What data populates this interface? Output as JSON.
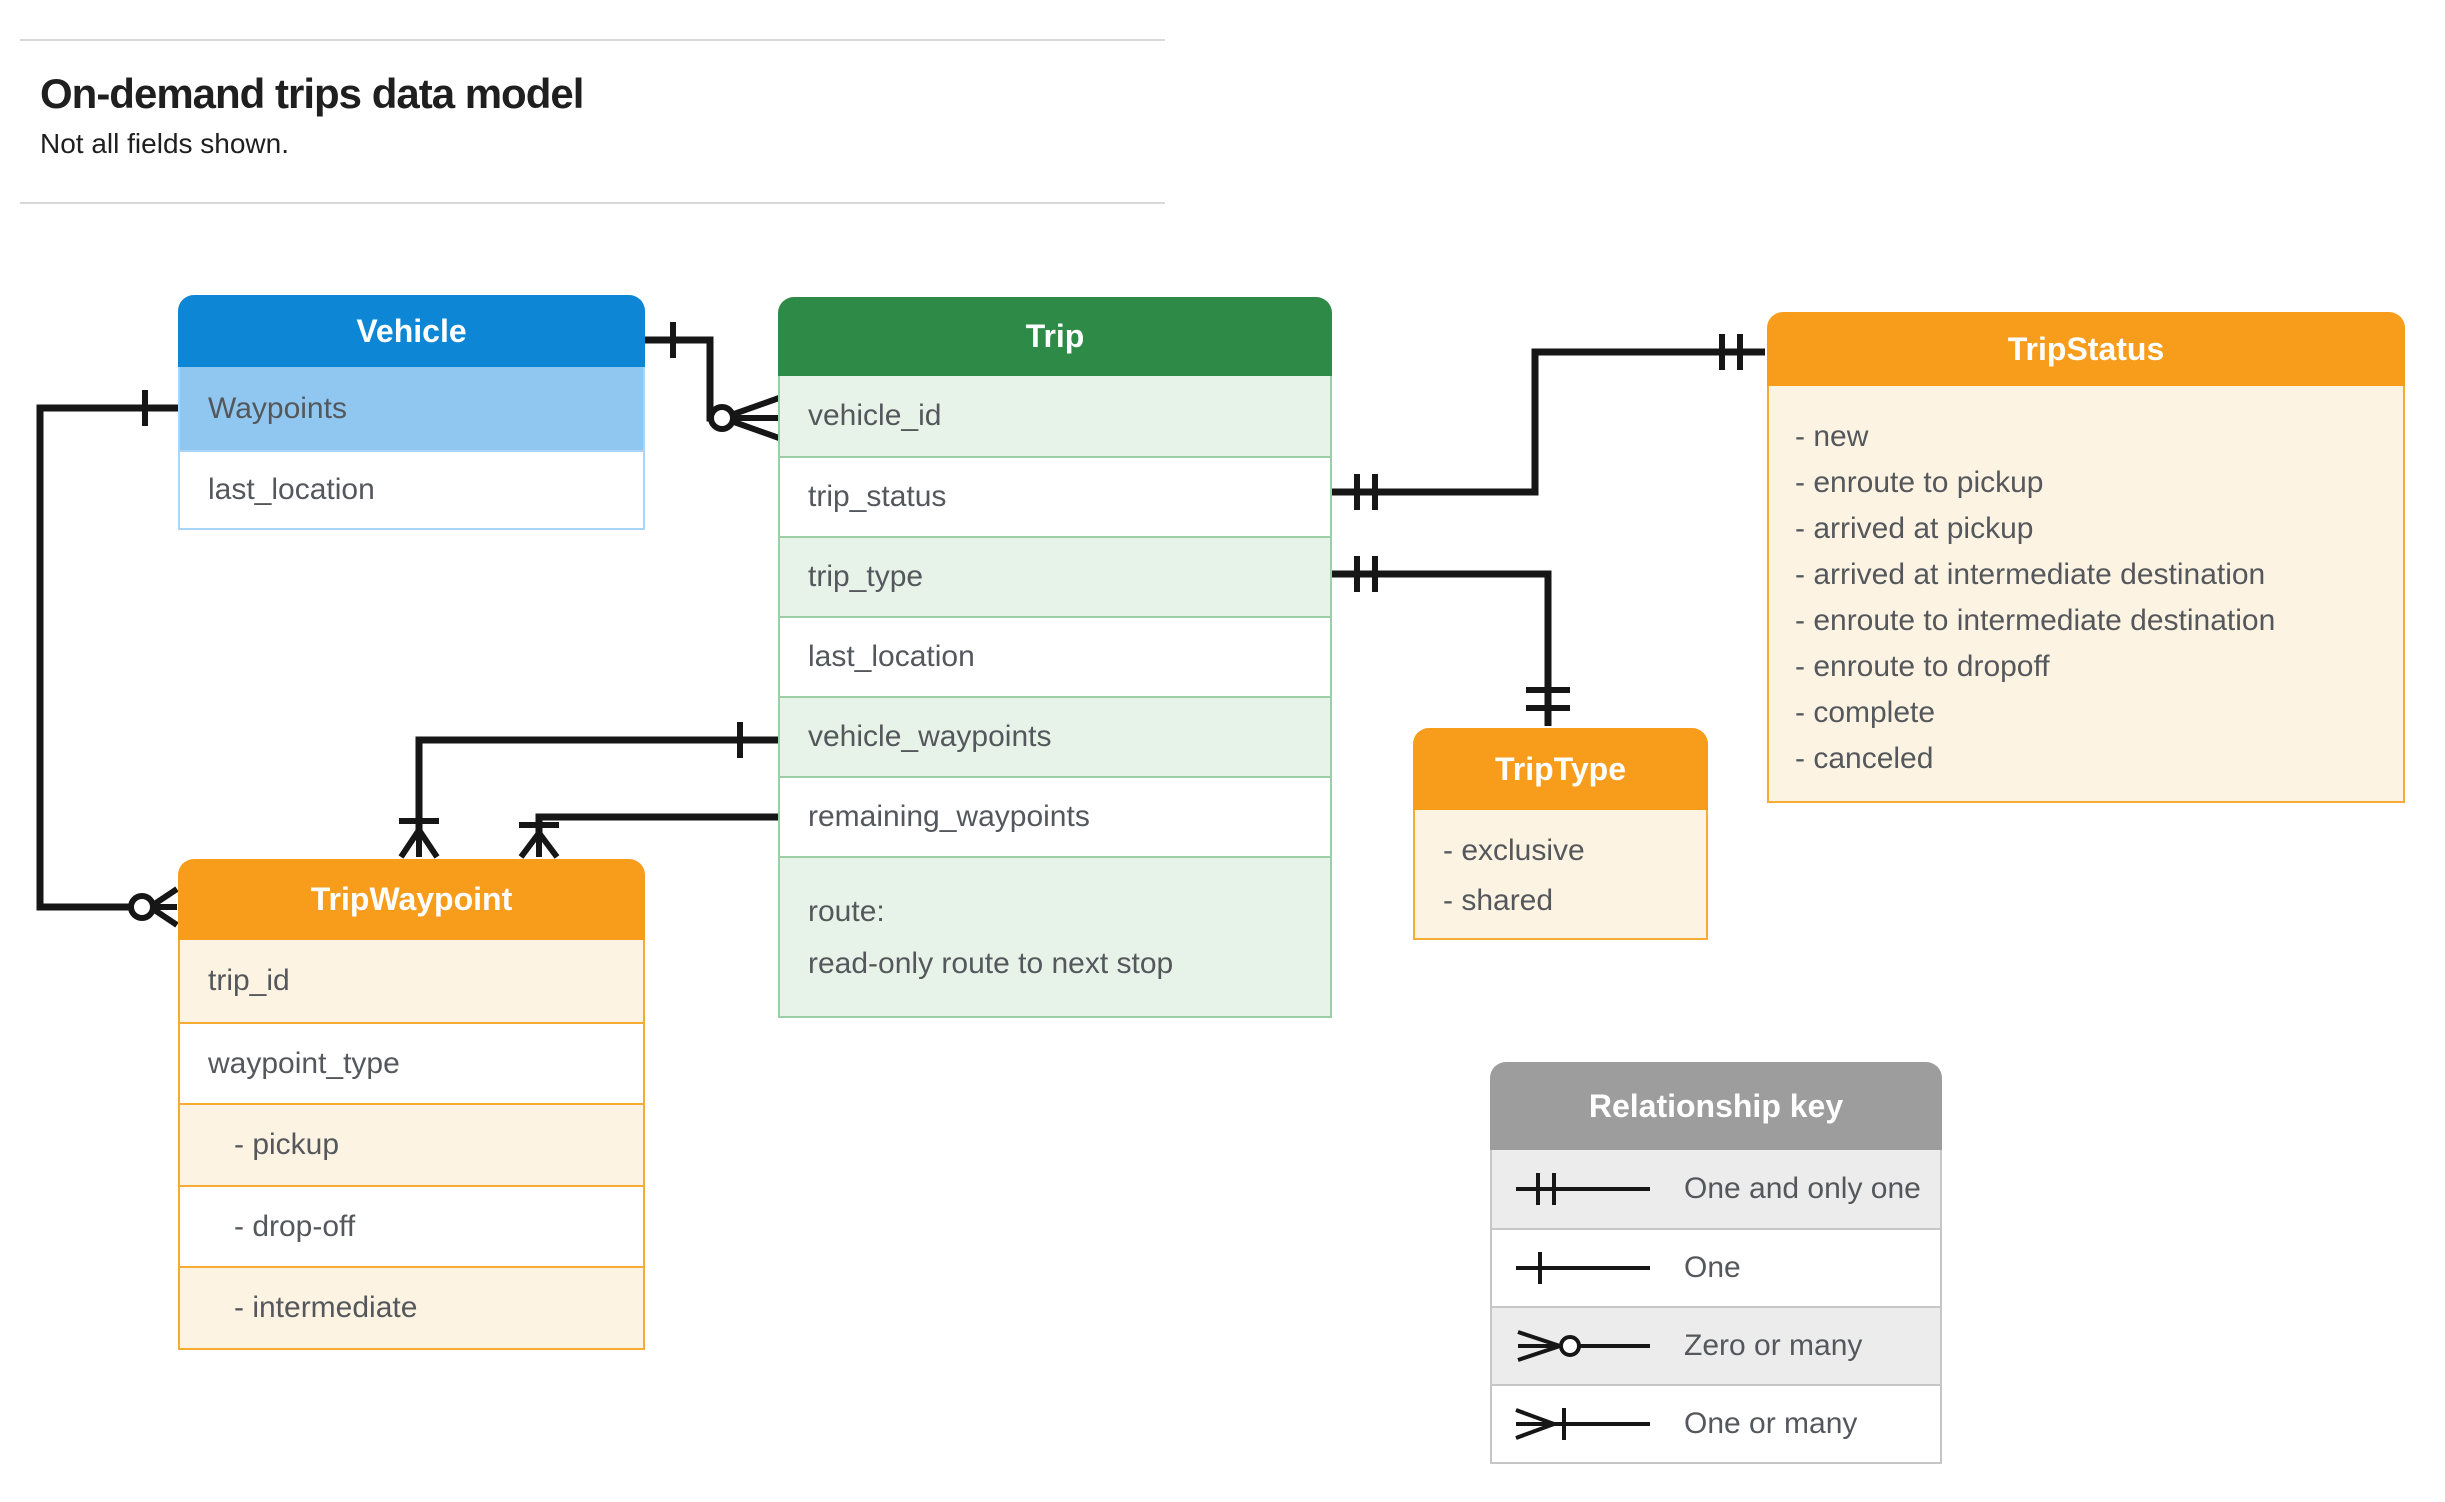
{
  "header": {
    "title": "On-demand trips data model",
    "subtitle": "Not all fields shown."
  },
  "entities": {
    "vehicle": {
      "title": "Vehicle",
      "fields": [
        "Waypoints",
        "last_location"
      ]
    },
    "trip": {
      "title": "Trip",
      "fields": [
        "vehicle_id",
        "trip_status",
        "trip_type",
        "last_location",
        "vehicle_waypoints",
        "remaining_waypoints"
      ],
      "route_lines": [
        "route:",
        "read-only route to next stop"
      ]
    },
    "tripStatus": {
      "title": "TripStatus",
      "values": [
        "- new",
        "- enroute to pickup",
        "- arrived at pickup",
        "- arrived at intermediate destination",
        "- enroute to intermediate destination",
        "- enroute to dropoff",
        "- complete",
        "- canceled"
      ]
    },
    "tripType": {
      "title": "TripType",
      "values": [
        "- exclusive",
        "- shared"
      ]
    },
    "tripWaypoint": {
      "title": "TripWaypoint",
      "fields": [
        "trip_id",
        "waypoint_type",
        "- pickup",
        "- drop-off",
        "- intermediate"
      ]
    }
  },
  "legend": {
    "title": "Relationship key",
    "rows": [
      {
        "symbol": "one-and-only-one",
        "label": "One and only one"
      },
      {
        "symbol": "one",
        "label": "One"
      },
      {
        "symbol": "zero-or-many",
        "label": "Zero or many"
      },
      {
        "symbol": "one-or-many",
        "label": "One or many"
      }
    ]
  },
  "colors": {
    "blue": "#0c86d5",
    "blueLight": "#90c7f0",
    "blueBorder": "#a9d5f6",
    "green": "#2e8a47",
    "greenLight": "#e7f3e9",
    "greenBorder": "#9ccfa8",
    "orange": "#f89c1c",
    "cream": "#fdf3e2",
    "orangeBorder": "#f6ab33",
    "gray": "#9d9d9d",
    "grayLight": "#ececec",
    "grayBorder": "#c6c6c6",
    "line": "#161616",
    "text": "#54585c",
    "titleText": "#1f1f1f"
  }
}
